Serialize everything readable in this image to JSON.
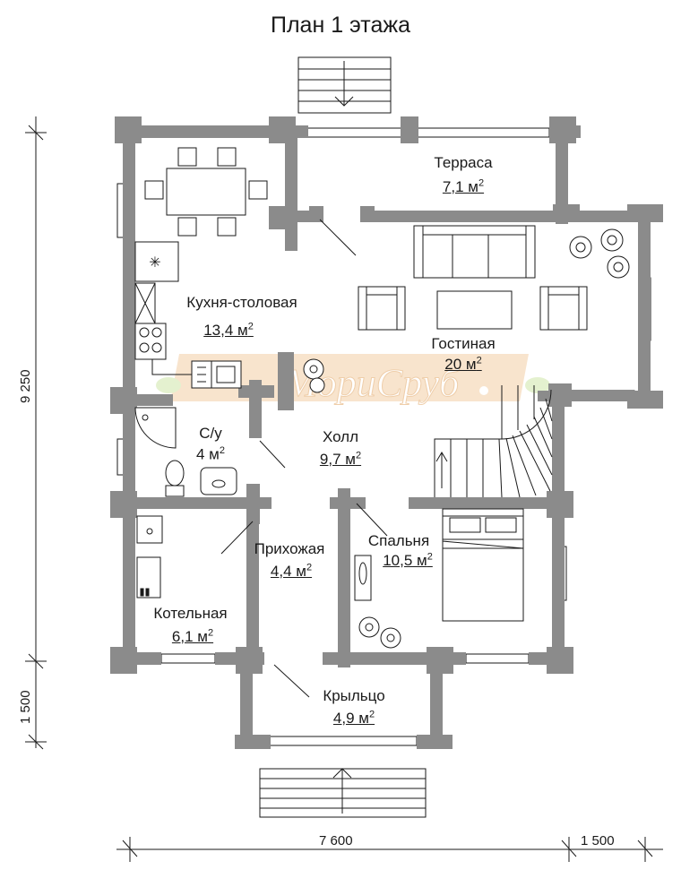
{
  "title": "План 1 этажа",
  "rooms": {
    "terrace": {
      "name": "Терраса",
      "area": "7,1 м",
      "sup": "2"
    },
    "kitchen": {
      "name": "Кухня-столовая",
      "area": "13,4 м",
      "sup": "2"
    },
    "living": {
      "name": "Гостиная",
      "area": "20 м",
      "sup": "2"
    },
    "bath": {
      "name": "С/у",
      "area": "4 м",
      "sup": "2"
    },
    "hall": {
      "name": "Холл",
      "area": "9,7 м",
      "sup": "2"
    },
    "entry": {
      "name": "Прихожая",
      "area": "4,4 м",
      "sup": "2"
    },
    "bedroom": {
      "name": "Спальня",
      "area": "10,5 м",
      "sup": "2"
    },
    "boiler": {
      "name": "Котельная",
      "area": "6,1 м",
      "sup": "2"
    },
    "porch": {
      "name": "Крыльцо",
      "area": "4,9 м",
      "sup": "2"
    }
  },
  "dimensions": {
    "bottom_main": "7 600",
    "bottom_ext": "1 500",
    "left_main": "9 250",
    "left_ext": "1 500"
  },
  "watermark": "МориСруб",
  "colors": {
    "wall": "#8b8b8b",
    "line": "#1a1a1a",
    "watermark": "#e8b47a",
    "leaf": "#cfe6a8"
  }
}
